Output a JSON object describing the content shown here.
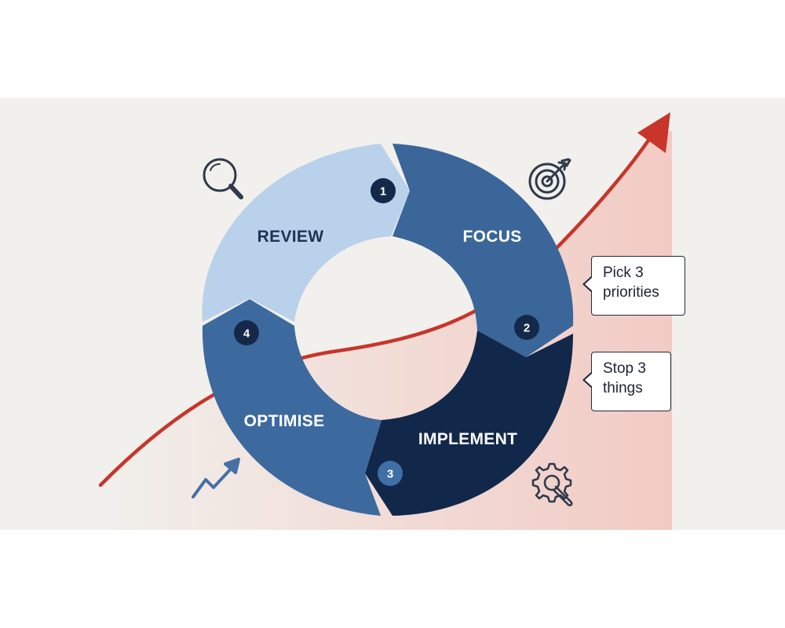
{
  "segments": [
    {
      "number": "1",
      "label": "REVIEW",
      "color": "#b9d1ea",
      "text_color": "#1d3456",
      "badge_color": "#14294a"
    },
    {
      "number": "2",
      "label": "FOCUS",
      "color": "#3a6699",
      "text_color": "#ffffff",
      "badge_color": "#14294a"
    },
    {
      "number": "3",
      "label": "IMPLEMENT",
      "color": "#12284a",
      "text_color": "#ffffff",
      "badge_color": "#3f6fa4"
    },
    {
      "number": "4",
      "label": "OPTIMISE",
      "color": "#3d6a9e",
      "text_color": "#ffffff",
      "badge_color": "#14294a"
    }
  ],
  "callouts": [
    {
      "text": "Pick 3\npriorities"
    },
    {
      "text": "Stop 3\nthings"
    }
  ],
  "icons": {
    "top_left": "magnifier-icon",
    "top_right": "target-icon",
    "bottom_right": "gear-wrench-icon",
    "bottom_left": "trend-arrow-icon"
  },
  "colors": {
    "background": "#f1f0ec",
    "growth_line": "#c8352a",
    "growth_fill": "#f2c9c2",
    "icon": "#2f3b4c",
    "trend_icon": "#4670a5"
  }
}
